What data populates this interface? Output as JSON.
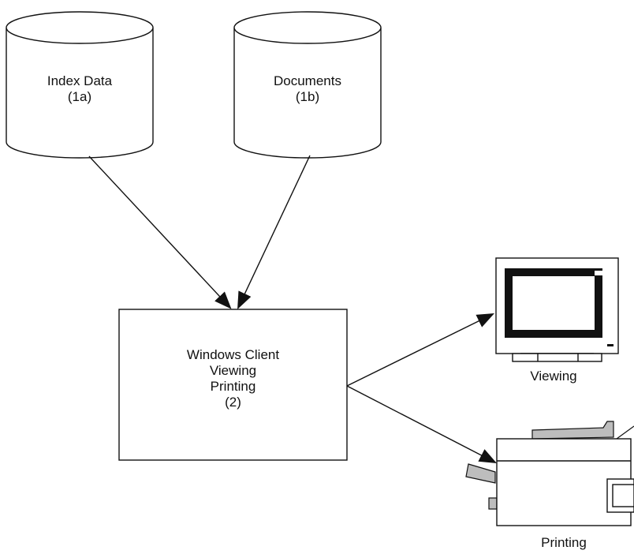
{
  "nodes": {
    "index_data": {
      "label": "Index Data",
      "sub": "(1a)"
    },
    "documents": {
      "label": "Documents",
      "sub": "(1b)"
    },
    "client": {
      "line1": "Windows Client",
      "line2": "Viewing",
      "line3": "Printing",
      "line4": "(2)"
    },
    "monitor": {
      "label": "Viewing"
    },
    "printer": {
      "label": "Printing"
    }
  },
  "colors": {
    "stroke": "#111111",
    "fill": "#ffffff",
    "screen": "#111111",
    "printer_accent": "#bdbdbd"
  }
}
